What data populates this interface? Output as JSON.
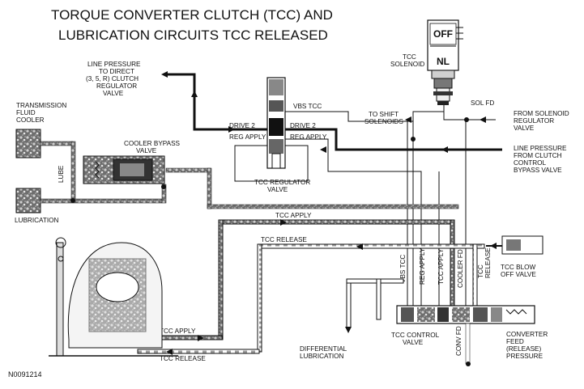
{
  "title": {
    "line1": "TORQUE CONVERTER CLUTCH (TCC) AND",
    "line2": "LUBRICATION CIRCUITS TCC RELEASED"
  },
  "solenoid": {
    "label_line1": "TCC",
    "label_line2": "SOLENOID",
    "state_top": "OFF",
    "state_bottom": "NL"
  },
  "labels": {
    "line_pressure_direct": [
      "LINE PRESSURE",
      "TO DIRECT",
      "(3, 5, R) CLUTCH",
      "REGULATOR",
      "VALVE"
    ],
    "trans_fluid_cooler": [
      "TRANSMISSION",
      "FLUID",
      "COOLER"
    ],
    "lube": "LUBE",
    "lubrication": "LUBRICATION",
    "cooler_bypass": [
      "COOLER BYPASS",
      "VALVE"
    ],
    "vbs_tcc_top": "VBS TCC",
    "drive2_left": "DRIVE 2",
    "reg_apply_left": "REG APPLY",
    "drive2_right": "DRIVE 2",
    "reg_apply_right": "REG APPLY",
    "tcc_regulator": [
      "TCC REGULATOR",
      "VALVE"
    ],
    "to_shift": [
      "TO SHIFT",
      "SOLENOIDS"
    ],
    "sol_fd": "SOL FD",
    "from_solenoid_reg": [
      "FROM SOLENOID",
      "REGULATOR",
      "VALVE"
    ],
    "line_pressure_clutch": [
      "LINE PRESSURE",
      "FROM CLUTCH",
      "CONTROL",
      "BYPASS VALVE"
    ],
    "tcc_apply_top": "TCC APPLY",
    "tcc_release_mid": "TCC RELEASE",
    "vbs_tcc_vert": "VBS TCC",
    "reg_apply_vert": "REG APPLY",
    "tcc_apply_vert": "TCC APPLY",
    "cooler_fd_vert": "COOLER FD",
    "tcc_release_vert": [
      "TCC",
      "RELEASE"
    ],
    "tcc_blow_off": [
      "TCC BLOW",
      "OFF VALVE"
    ],
    "tcc_apply_bottom": "TCC APPLY",
    "tcc_release_bottom": "TCC RELEASE",
    "differential_lub": [
      "DIFFERENTIAL",
      "LUBRICATION"
    ],
    "tcc_control": [
      "TCC CONTROL",
      "VALVE"
    ],
    "conv_fd": "CONV FD",
    "converter_feed": [
      "CONVERTER",
      "FEED",
      "(RELEASE)",
      "PRESSURE"
    ],
    "figure_id": "N0091214"
  }
}
